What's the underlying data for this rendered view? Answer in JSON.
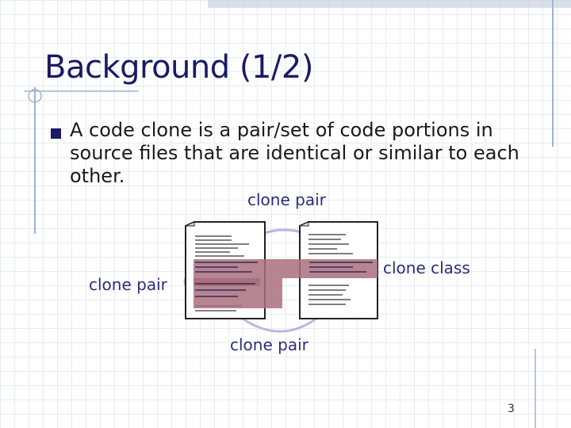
{
  "slide": {
    "title": "Background (1/2)",
    "bullet": "A code clone is a pair/set of code portions in source files that are identical or similar to each other.",
    "labels": {
      "clone_pair_top": "clone pair",
      "clone_pair_left": "clone pair",
      "clone_pair_bottom": "clone pair",
      "clone_class": "clone class"
    },
    "page_number": "3"
  },
  "colors": {
    "title": "#1a1a66",
    "clone_highlight": "#a9707e",
    "arc": "#b8b8e0",
    "decor_line": "#9fb3cf"
  },
  "icons": [
    "document-icon",
    "document-icon"
  ]
}
